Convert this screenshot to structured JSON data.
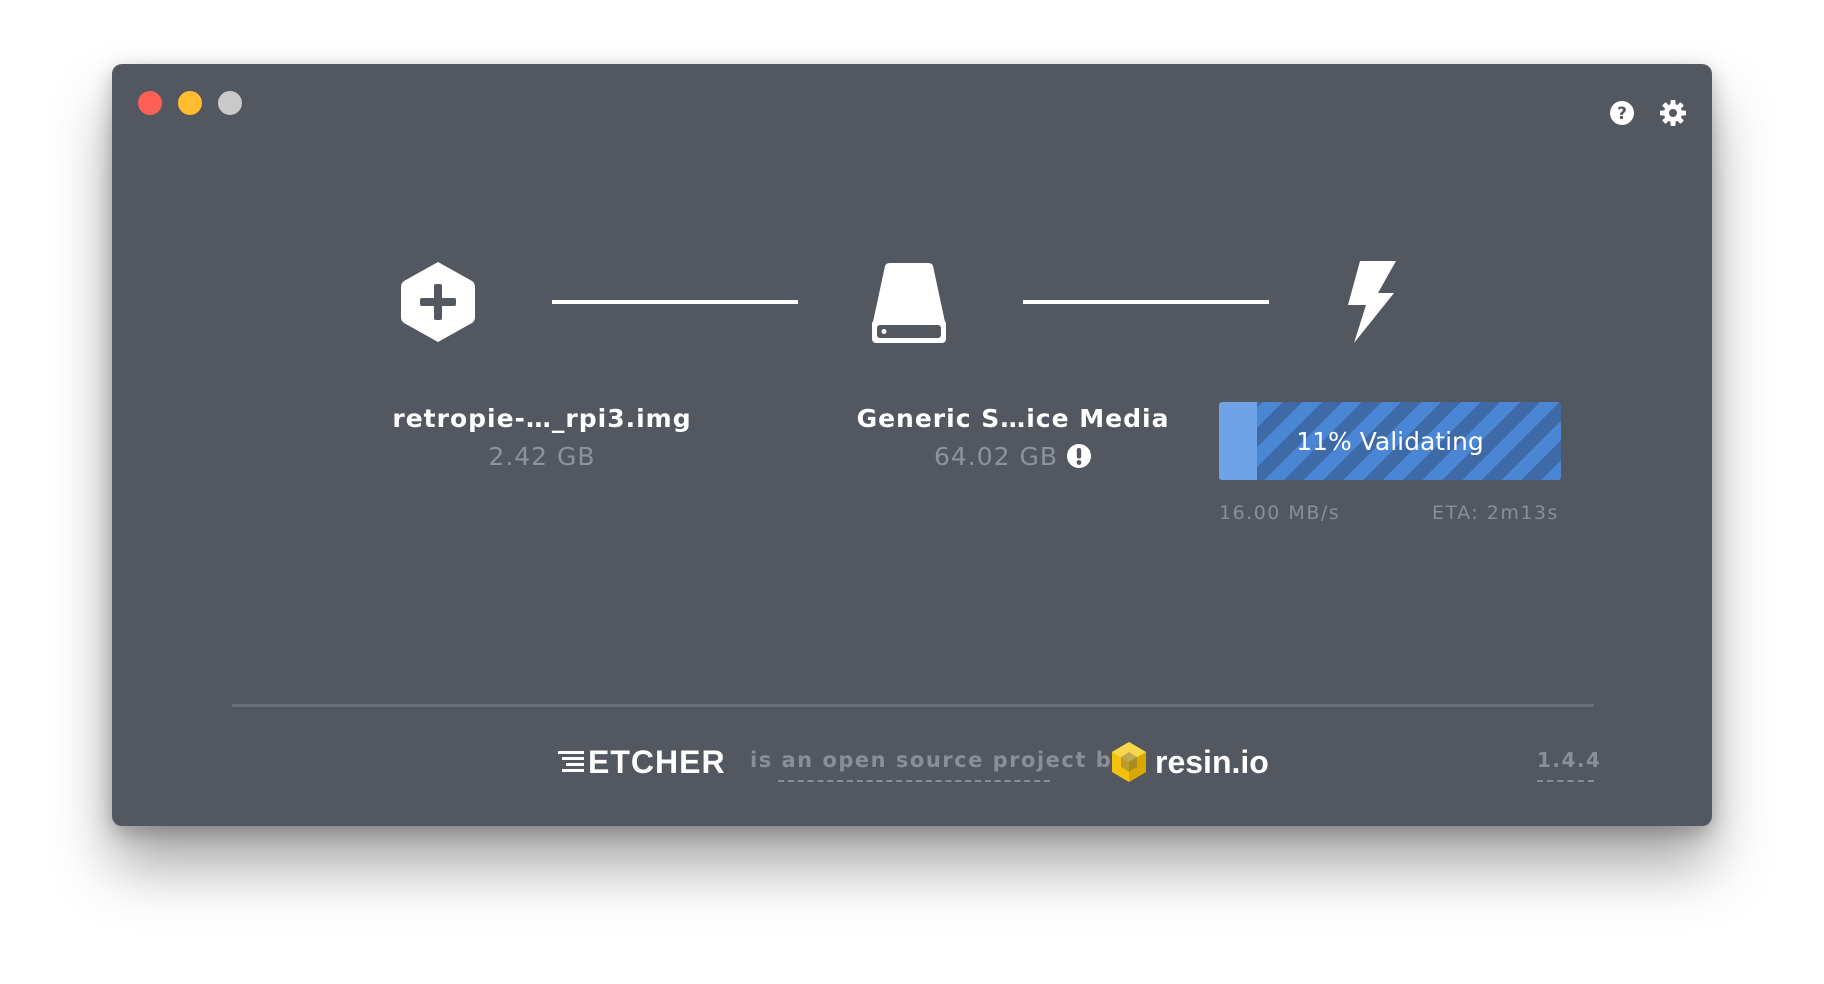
{
  "window": {
    "traffic_lights": [
      "close",
      "minimize",
      "zoom"
    ]
  },
  "toolbar": {
    "help_icon": "question-circle-icon",
    "settings_icon": "gear-icon"
  },
  "steps": {
    "image": {
      "icon": "hexagon-plus-icon",
      "name": "retropie-…_rpi3.img",
      "size": "2.42 GB"
    },
    "drive": {
      "icon": "hard-drive-icon",
      "name": "Generic S…ice Media",
      "size": "64.02 GB",
      "warning_icon": "exclamation-circle-icon"
    },
    "flash": {
      "icon": "lightning-bolt-icon",
      "progress_label": "11% Validating",
      "progress_fraction": 0.11,
      "speed": "16.00 MB/s",
      "eta": "ETA: 2m13s"
    }
  },
  "footer": {
    "brand": "ETCHER",
    "tagline": "is an open source project by",
    "partner": "resin.io",
    "version": "1.4.4"
  },
  "colors": {
    "window_bg": "#535760",
    "progress_light": "#6fa3e8",
    "progress_stripe_a": "#4a86d4",
    "progress_stripe_b": "#3e6aa8",
    "resin_yellow": "#f4c20d"
  }
}
